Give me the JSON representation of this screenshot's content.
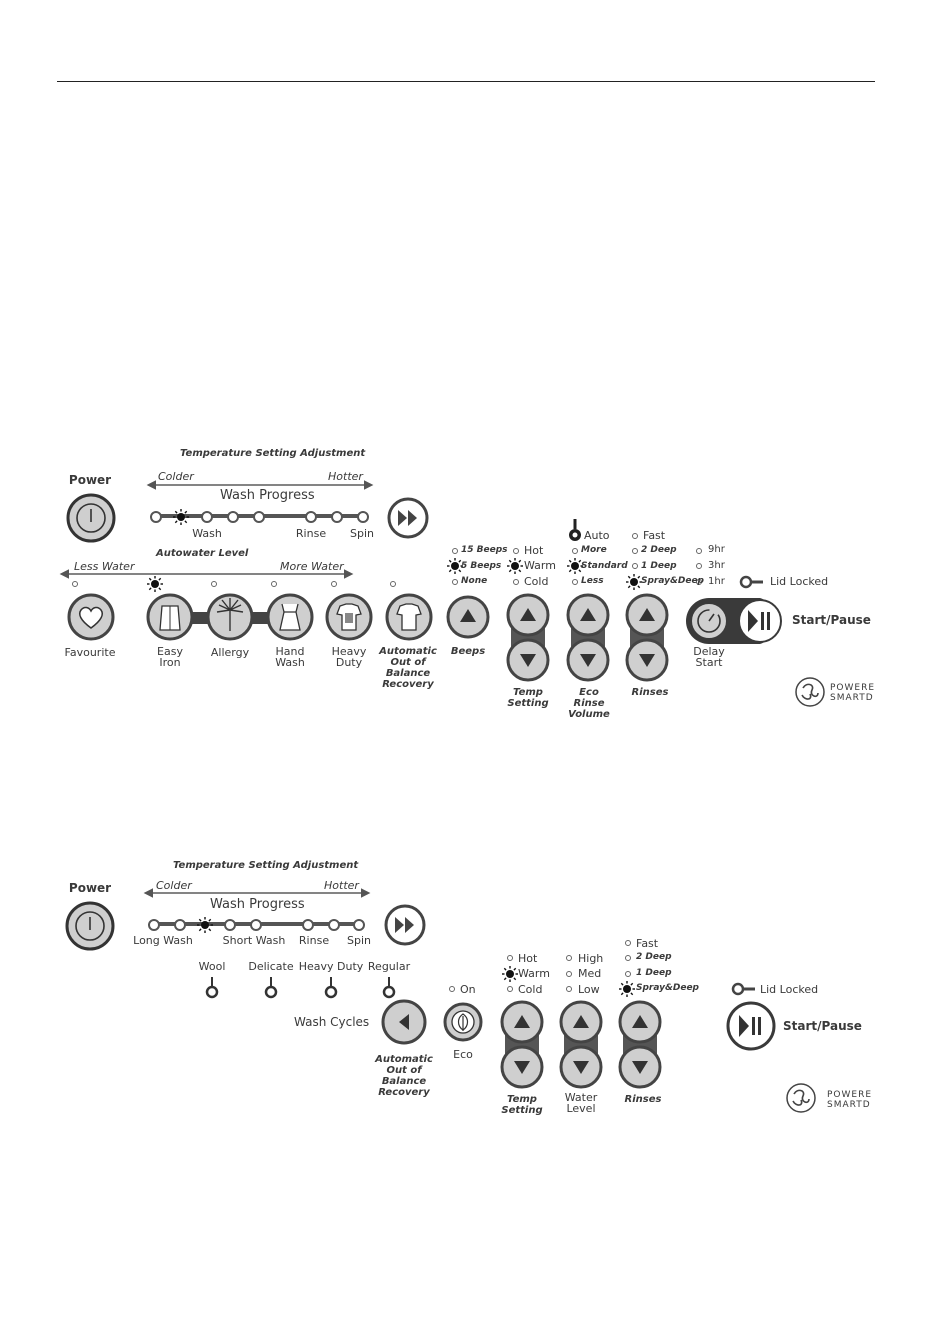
{
  "panel1": {
    "temp_title": "Temperature Setting Adjustment",
    "colder": "Colder",
    "hotter": "Hotter",
    "wash_progress": "Wash Progress",
    "stages": [
      "Wash",
      "Rinse",
      "Spin"
    ],
    "power": "Power",
    "autowater": "Autowater Level",
    "less_water": "Less Water",
    "more_water": "More Water",
    "cycles": {
      "favourite": "Favourite",
      "easy_iron": "Easy\nIron",
      "allergy": "Allergy",
      "hand_wash": "Hand\nWash",
      "heavy_duty": "Heavy\nDuty"
    },
    "aobr": "Automatic\nOut of\nBalance\nRecovery",
    "beeps": {
      "label": "Beeps",
      "options": [
        "15 Beeps",
        "5 Beeps",
        "None"
      ]
    },
    "temp": {
      "label": "Temp\nSetting",
      "options": [
        "Hot",
        "Warm",
        "Cold"
      ]
    },
    "eco_rinse": {
      "label": "Eco\nRinse\nVolume",
      "auto": "Auto",
      "options": [
        "More",
        "Standard",
        "Less"
      ]
    },
    "rinses": {
      "label": "Rinses",
      "options": [
        "Fast",
        "2 Deep",
        "1 Deep",
        "Spray&Deep"
      ]
    },
    "delay": {
      "label": "Delay\nStart",
      "options": [
        "9hr",
        "3hr",
        "1hr"
      ]
    },
    "lid_locked": "Lid Locked",
    "start_pause": "Start/Pause",
    "brand": "POWERE\nSMARTD"
  },
  "panel2": {
    "temp_title": "Temperature Setting Adjustment",
    "colder": "Colder",
    "hotter": "Hotter",
    "wash_progress": "Wash Progress",
    "stages": [
      "Long Wash",
      "Short Wash",
      "Rinse",
      "Spin"
    ],
    "power": "Power",
    "cycles": [
      "Wool",
      "Delicate",
      "Heavy Duty",
      "Regular"
    ],
    "wash_cycles": "Wash Cycles",
    "aobr": "Automatic\nOut of\nBalance\nRecovery",
    "eco": {
      "label": "Eco",
      "on": "On"
    },
    "temp": {
      "label": "Temp\nSetting",
      "options": [
        "Hot",
        "Warm",
        "Cold"
      ]
    },
    "water": {
      "label": "Water\nLevel",
      "options": [
        "High",
        "Med",
        "Low"
      ]
    },
    "rinses": {
      "label": "Rinses",
      "options": [
        "Fast",
        "2 Deep",
        "1 Deep",
        "Spray&Deep"
      ]
    },
    "lid_locked": "Lid Locked",
    "start_pause": "Start/Pause",
    "brand": "POWERE\nSMARTD"
  },
  "colors": {
    "ink": "#3a3a3a",
    "fill": "#cfcfcf",
    "line": "#555555"
  }
}
